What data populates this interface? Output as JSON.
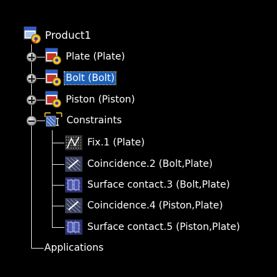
{
  "tree": {
    "root": {
      "label": "Product1",
      "icon": "product-icon"
    },
    "parts": [
      {
        "label": "Plate (Plate)",
        "icon": "part-instance-icon",
        "selected": false
      },
      {
        "label": "Bolt (Bolt)",
        "icon": "part-instance-icon",
        "selected": true
      },
      {
        "label": "Piston (Piston)",
        "icon": "part-instance-icon",
        "selected": false
      }
    ],
    "constraints": {
      "label": "Constraints",
      "icon": "constraints-icon",
      "items": [
        {
          "label": "Fix.1 (Plate)",
          "icon": "fix-constraint-icon"
        },
        {
          "label": "Coincidence.2 (Bolt,Plate)",
          "icon": "coincidence-constraint-icon"
        },
        {
          "label": "Surface contact.3 (Bolt,Plate)",
          "icon": "surface-contact-constraint-icon"
        },
        {
          "label": "Coincidence.4 (Piston,Plate)",
          "icon": "coincidence-constraint-icon"
        },
        {
          "label": "Surface contact.5 (Piston,Plate)",
          "icon": "surface-contact-constraint-icon"
        }
      ]
    },
    "applications": {
      "label": "Applications"
    }
  },
  "colors": {
    "background": "#000000",
    "text": "#ffffff",
    "tree_line": "#d8d8d8",
    "selection": "#1c5fb8"
  }
}
